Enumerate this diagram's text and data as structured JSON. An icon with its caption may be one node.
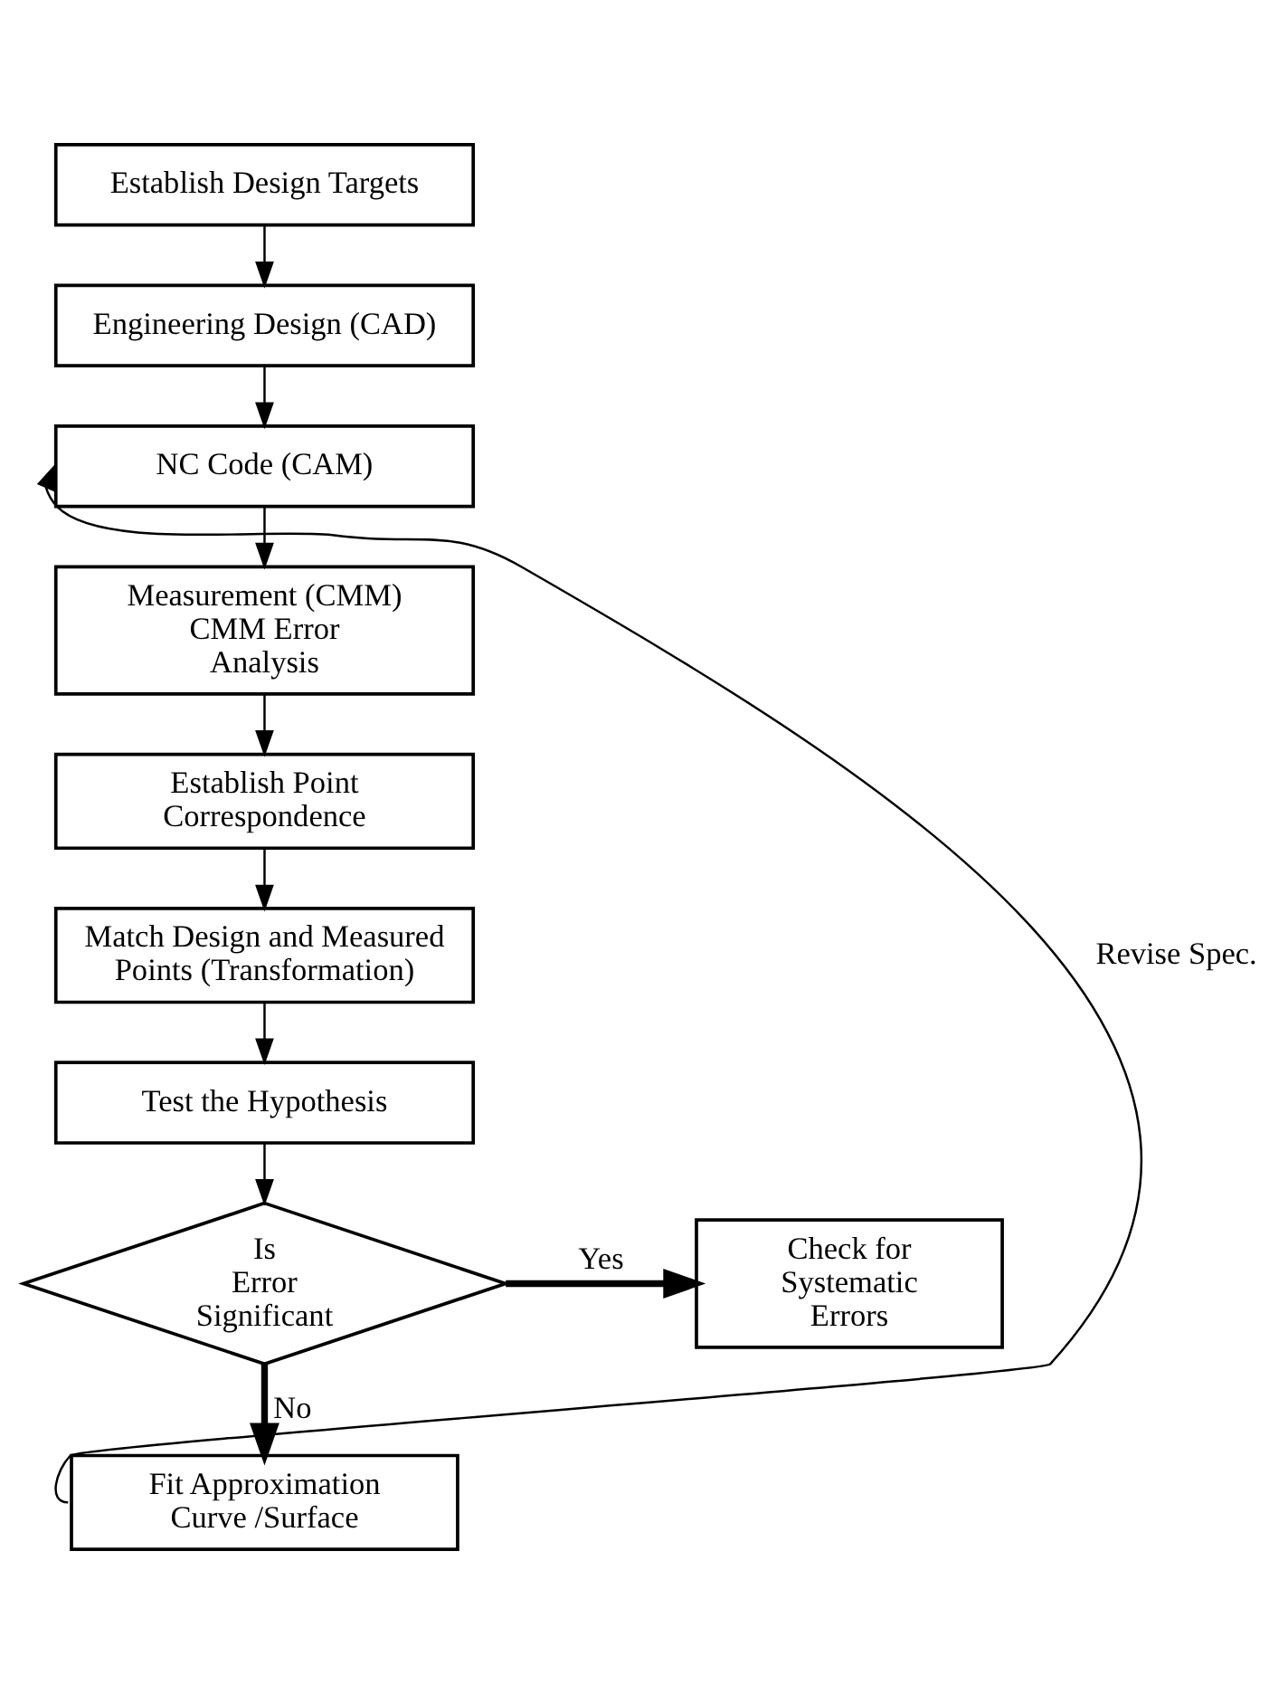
{
  "diagram": {
    "nodes": [
      {
        "text": [
          "Establish Design Targets"
        ]
      },
      {
        "text": [
          "Engineering Design (CAD)"
        ]
      },
      {
        "text": [
          "NC Code (CAM)"
        ]
      },
      {
        "text": [
          "Measurement (CMM) CMM Error Analysis"
        ]
      },
      {
        "text": [
          "Establish Point Correspondence"
        ]
      },
      {
        "text": [
          "Match Design and Measured Points (Transformation)"
        ]
      },
      {
        "text": [
          "Test the Hypothesis"
        ]
      },
      {
        "text": [
          "Is Error Significant"
        ]
      },
      {
        "text": [
          "Check for Systematic Errors"
        ]
      },
      {
        "text": [
          "Fit Approximation Curve /Surface"
        ]
      }
    ],
    "edges": [
      {
        "from": 0,
        "to": 1,
        "arrow": "to"
      },
      {
        "from": 1,
        "to": 2,
        "arrow": "to"
      },
      {
        "from": 2,
        "to": 3,
        "arrow": "to"
      },
      {
        "from": 3,
        "to": 4,
        "arrow": "to"
      },
      {
        "from": 4,
        "to": 5,
        "arrow": "to"
      },
      {
        "from": 5,
        "to": 6,
        "arrow": "to"
      },
      {
        "from": 6,
        "to": 7,
        "arrow": "to"
      },
      {
        "from": 7,
        "to": 8,
        "arrow": "to",
        "label": "Yes",
        "style": "thick"
      },
      {
        "from": 7,
        "to": 9,
        "arrow": "to",
        "label": "No",
        "style": "thick"
      },
      {
        "from": 9,
        "to": 2,
        "arrow": "to",
        "label": "Revise Spec."
      }
    ]
  }
}
